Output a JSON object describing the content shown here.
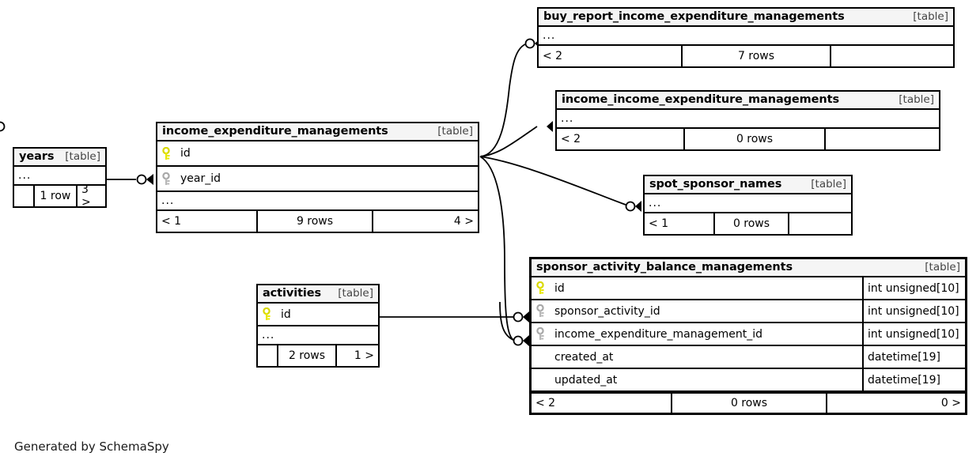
{
  "diagram": {
    "generator_credit": "Generated by SchemaSpy",
    "table_tag": "[table]",
    "ellipsis": "...",
    "colors": {
      "primary_key": "#e8e800",
      "foreign_key": "#b0b0b0",
      "header_bg": "#f5f5f5",
      "border": "#000000",
      "background": "#ffffff"
    }
  },
  "tables": [
    {
      "id": "buy_report_income_expenditure_managements",
      "name": "buy_report_income_expenditure_managements",
      "tag": "[table]",
      "columns": [],
      "has_ellipsis": true,
      "ellipsis": "...",
      "footer": {
        "left": "< 2",
        "middle": "7 rows",
        "right": ""
      },
      "focused": false
    },
    {
      "id": "income_income_expenditure_managements",
      "name": "income_income_expenditure_managements",
      "tag": "[table]",
      "columns": [],
      "has_ellipsis": true,
      "ellipsis": "...",
      "footer": {
        "left": "< 2",
        "middle": "0 rows",
        "right": ""
      },
      "focused": false
    },
    {
      "id": "spot_sponsor_names",
      "name": "spot_sponsor_names",
      "tag": "[table]",
      "columns": [],
      "has_ellipsis": true,
      "ellipsis": "...",
      "footer": {
        "left": "< 1",
        "middle": "0 rows",
        "right": ""
      },
      "focused": false
    },
    {
      "id": "income_expenditure_managements",
      "name": "income_expenditure_managements",
      "tag": "[table]",
      "columns": [
        {
          "name": "id",
          "key": "primary",
          "type": ""
        },
        {
          "name": "year_id",
          "key": "foreign",
          "type": ""
        }
      ],
      "has_ellipsis": true,
      "ellipsis": "...",
      "footer": {
        "left": "< 1",
        "middle": "9 rows",
        "right": "4 >"
      },
      "focused": false
    },
    {
      "id": "years",
      "name": "years",
      "tag": "[table]",
      "columns": [],
      "has_ellipsis": true,
      "ellipsis": "...",
      "footer": {
        "left": "",
        "middle": "1 row",
        "right": "3 >"
      },
      "focused": false
    },
    {
      "id": "activities",
      "name": "activities",
      "tag": "[table]",
      "columns": [
        {
          "name": "id",
          "key": "primary",
          "type": ""
        }
      ],
      "has_ellipsis": true,
      "ellipsis": "...",
      "footer": {
        "left": "",
        "middle": "2 rows",
        "right": "1 >"
      },
      "focused": false
    },
    {
      "id": "sponsor_activity_balance_managements",
      "name": "sponsor_activity_balance_managements",
      "tag": "[table]",
      "columns": [
        {
          "name": "id",
          "key": "primary",
          "type": "int unsigned[10]"
        },
        {
          "name": "sponsor_activity_id",
          "key": "foreign",
          "type": "int unsigned[10]"
        },
        {
          "name": "income_expenditure_management_id",
          "key": "foreign",
          "type": "int unsigned[10]"
        },
        {
          "name": "created_at",
          "key": "none",
          "type": "datetime[19]"
        },
        {
          "name": "updated_at",
          "key": "none",
          "type": "datetime[19]"
        }
      ],
      "has_ellipsis": false,
      "ellipsis": "",
      "footer": {
        "left": "< 2",
        "middle": "0 rows",
        "right": "0 >"
      },
      "focused": true
    }
  ],
  "relationships": [
    {
      "from": "years",
      "to": "income_expenditure_managements",
      "label": ""
    },
    {
      "from": "income_expenditure_managements",
      "to": "buy_report_income_expenditure_managements",
      "label": ""
    },
    {
      "from": "income_expenditure_managements",
      "to": "income_income_expenditure_managements",
      "label": ""
    },
    {
      "from": "income_expenditure_managements",
      "to": "spot_sponsor_names",
      "label": ""
    },
    {
      "from": "income_expenditure_managements",
      "to": "sponsor_activity_balance_managements",
      "label": ""
    },
    {
      "from": "activities",
      "to": "sponsor_activity_balance_managements",
      "label": ""
    }
  ]
}
